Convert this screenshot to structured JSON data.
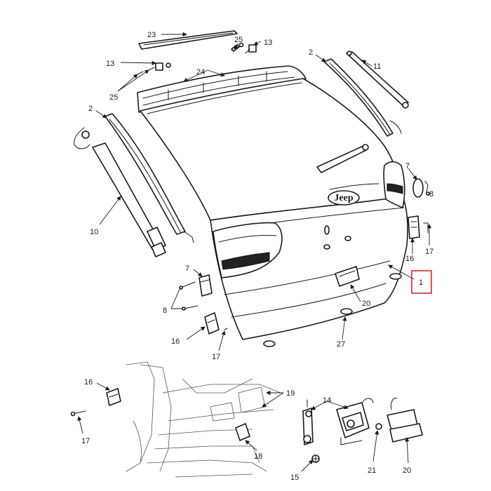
{
  "callouts": {
    "c23": "23",
    "c25a": "25",
    "c13a": "13",
    "c13b": "13",
    "c25b": "25",
    "c24": "24",
    "c2a": "2",
    "c2b": "2",
    "c11": "11",
    "c10": "10",
    "c7a": "7",
    "c8a": "8",
    "c16a": "16",
    "c17a": "17",
    "c1": "1",
    "c20a": "20",
    "c7b": "7",
    "c8b": "8",
    "c16b": "16",
    "c17b": "17",
    "c27": "27",
    "c16c": "16",
    "c17c": "17",
    "c19": "19",
    "c14": "14",
    "c18": "18",
    "c15": "15",
    "c21": "21",
    "c20b": "20"
  },
  "emblem": {
    "brand": "Jeep"
  },
  "colors": {
    "line": "#1a1a1a",
    "highlight": "#cc2b2b",
    "background": "#ffffff"
  }
}
